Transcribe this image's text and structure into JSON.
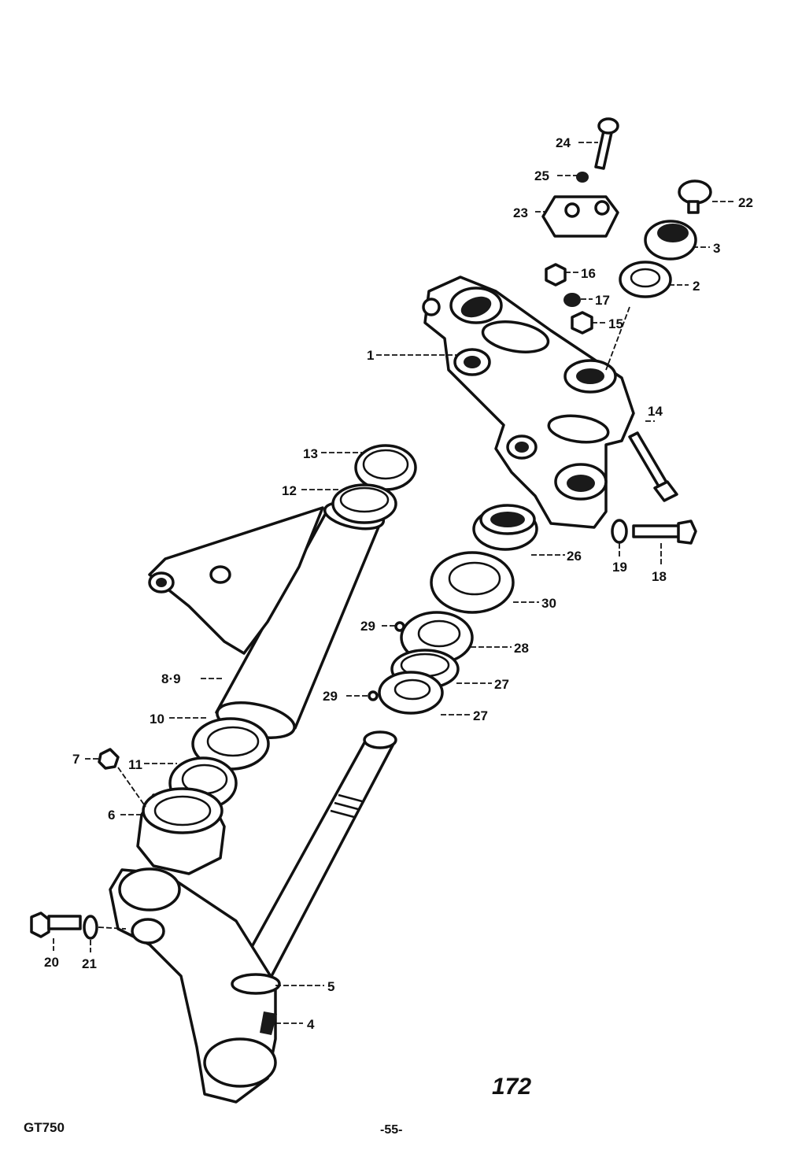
{
  "labels": {
    "p1": "1",
    "p2": "2",
    "p3": "3",
    "p4": "4",
    "p5": "5",
    "p6": "6",
    "p7": "7",
    "p89": "8·9",
    "p10": "10",
    "p11": "11",
    "p12": "12",
    "p13": "13",
    "p14": "14",
    "p15": "15",
    "p16": "16",
    "p17": "17",
    "p18": "18",
    "p19": "19",
    "p20": "20",
    "p21": "21",
    "p22": "22",
    "p23": "23",
    "p24": "24",
    "p25": "25",
    "p26": "26",
    "p27a": "27",
    "p27b": "27",
    "p28": "28",
    "p29a": "29",
    "p29b": "29",
    "p30": "30"
  },
  "footer": {
    "model": "GT750",
    "page": "-55-",
    "figure": "172"
  }
}
